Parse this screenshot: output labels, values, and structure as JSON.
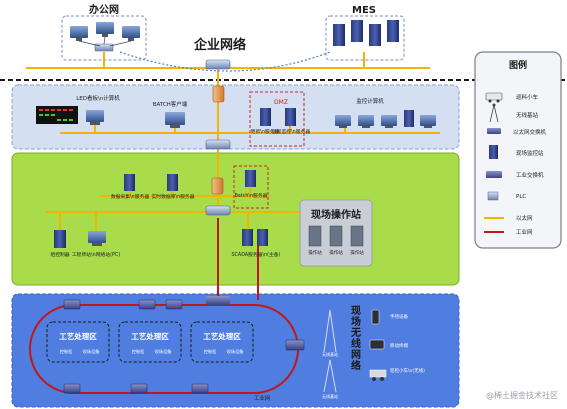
{
  "colors": {
    "ethernet": "#f2b400",
    "industrial": "#c01818",
    "office_band": "#d4e0f2",
    "mid_band": "#a8dc4a",
    "bottom_band": "#4f7ee0",
    "station_box": "#c9ced6",
    "dmz": "#cc2222"
  },
  "top": {
    "office_label": "办公网",
    "mes_label": "MES",
    "enterprise_label": "企业网络"
  },
  "level1": {
    "led_label": "LED看板\\n计算机",
    "batch_client_label": "BATCH客户端",
    "dmz_label": "DMZ",
    "update_server_label": "更新\\n服务器",
    "remote_server_label": "远程监控\\n服务器",
    "monitor_label": "监控计算机"
  },
  "level2": {
    "data_server_label": "数据采集\\n服务器",
    "realtime_server_label": "实时数据库\\n服务器",
    "batch_server_label": "Batch\\n服务器",
    "control_cabinet_label": "组控制器",
    "engineer_station_label": "工程师站\\n网络站(PC)",
    "scada_label": "SCADA服务器\\n(主备)",
    "field_station_label": "现场操作站",
    "station_sub_label": "操作站"
  },
  "level3": {
    "process_zone_label": "工艺处理区",
    "zone_sub_labels": [
      "控制柜",
      "现场设备"
    ],
    "wireless_label": "现场无线网络",
    "wireless_sub_label": "无线基站",
    "industrial_label": "工业网",
    "device_labels": [
      "手持设备",
      "移动终端",
      "巡检小车\\n(无线)"
    ]
  },
  "legend": {
    "title": "图例",
    "items": [
      "巡料小车",
      "无线基站",
      "以太网交换机",
      "现场监控站",
      "工业交换机",
      "PLC",
      "以太网",
      "工业网"
    ]
  },
  "watermark": "@稀土掘金技术社区"
}
